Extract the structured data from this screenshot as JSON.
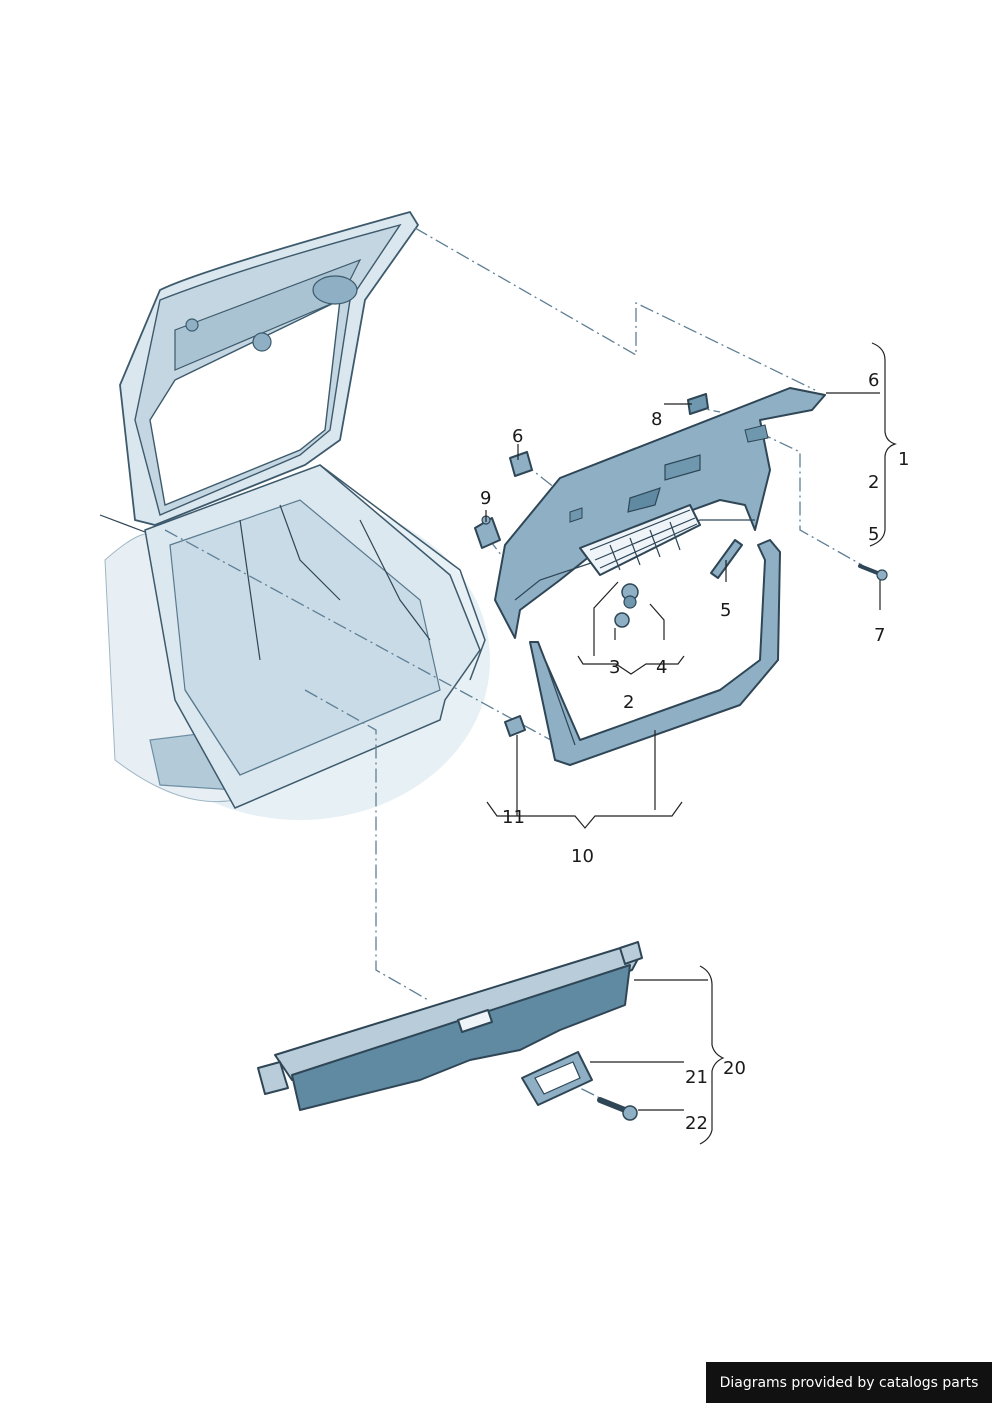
{
  "diagram": {
    "callouts": {
      "c1": "1",
      "c2a": "2",
      "c2b": "2",
      "c3": "3",
      "c4": "4",
      "c5a": "5",
      "c5b": "5",
      "c6a": "6",
      "c6b": "6",
      "c7": "7",
      "c8": "8",
      "c9": "9",
      "c10": "10",
      "c11": "11",
      "c20": "20",
      "c21": "21",
      "c22": "22"
    }
  },
  "footer": {
    "text": "Diagrams provided by catalogs parts"
  },
  "colors": {
    "part_fill": "#8fb0c4",
    "part_dark": "#5f8aa2",
    "car_fill": "#dbe7ef",
    "shadow": "#c9dbe6",
    "line": "#2f4656"
  }
}
